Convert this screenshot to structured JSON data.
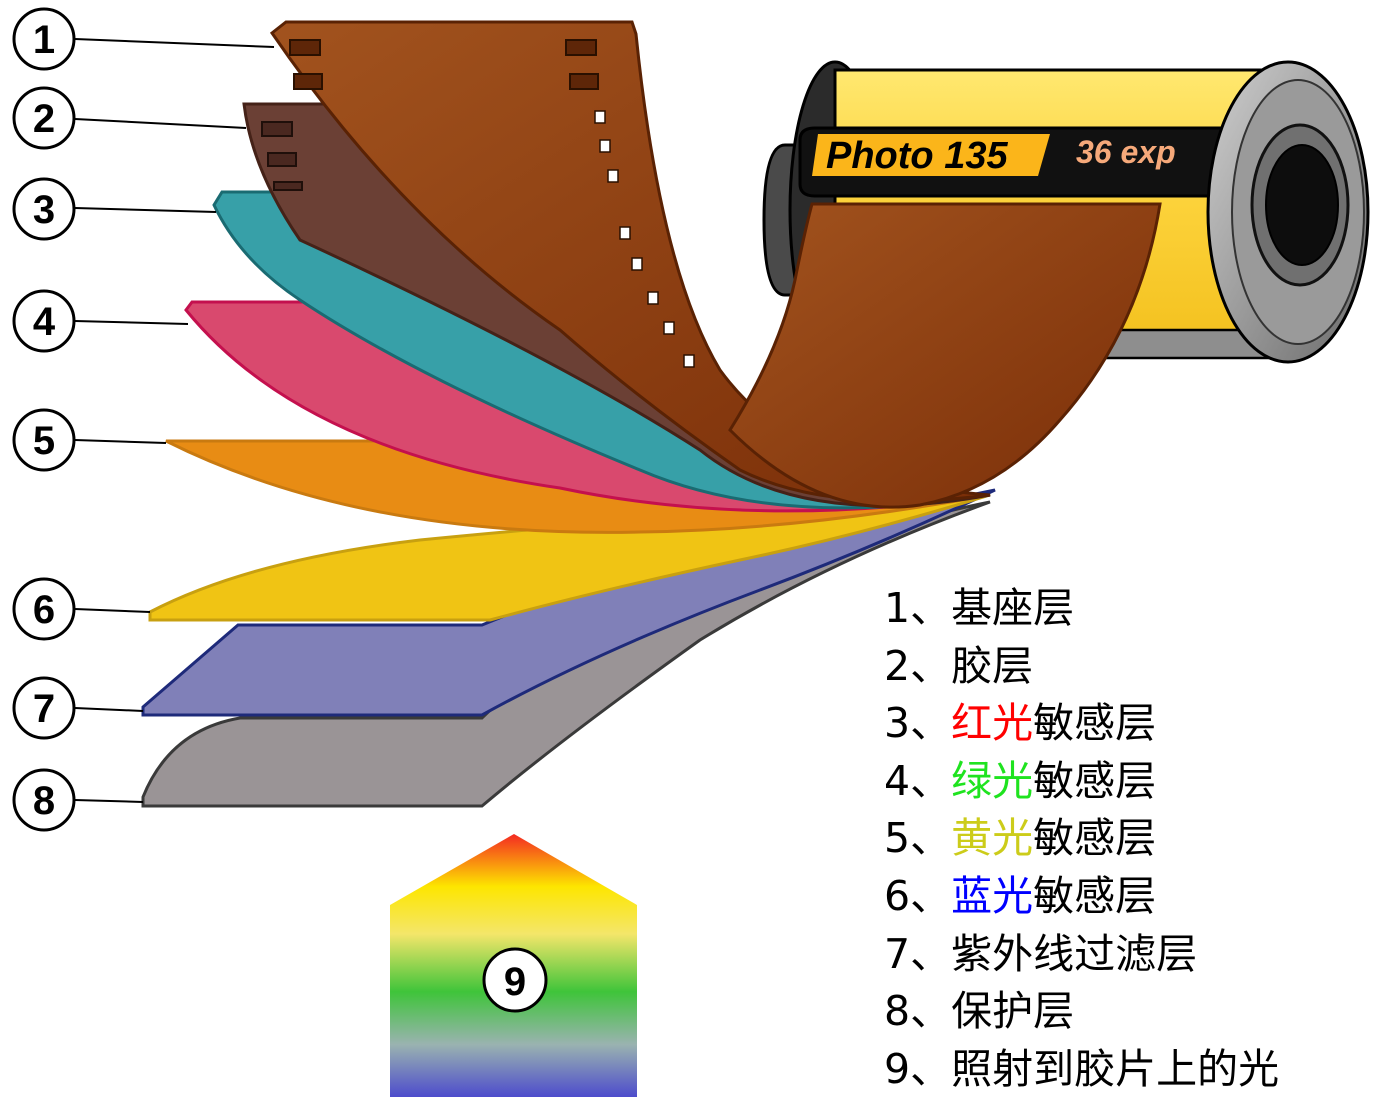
{
  "markers": [
    "1",
    "2",
    "3",
    "4",
    "5",
    "6",
    "7",
    "8",
    "9"
  ],
  "cassette": {
    "label_main": "Photo 135",
    "label_exp": "36 exp"
  },
  "legend": [
    {
      "num": "1、",
      "highlight": "",
      "highlight_color": "",
      "rest": "基座层"
    },
    {
      "num": "2、",
      "highlight": "",
      "highlight_color": "",
      "rest": "胶层"
    },
    {
      "num": "3、",
      "highlight": "红光",
      "highlight_color": "#ff0000",
      "rest": "敏感层"
    },
    {
      "num": "4、",
      "highlight": "绿光",
      "highlight_color": "#1fe31f",
      "rest": "敏感层"
    },
    {
      "num": "5、",
      "highlight": "黄光",
      "highlight_color": "#cccc1a",
      "rest": "敏感层"
    },
    {
      "num": "6、",
      "highlight": "蓝光",
      "highlight_color": "#0000ff",
      "rest": "敏感层"
    },
    {
      "num": "7、",
      "highlight": "",
      "highlight_color": "",
      "rest": "紫外线过滤层"
    },
    {
      "num": "8、",
      "highlight": "",
      "highlight_color": "",
      "rest": "保护层"
    },
    {
      "num": "9、",
      "highlight": "",
      "highlight_color": "",
      "rest": "照射到胶片上的光"
    }
  ],
  "colors": {
    "base_layer": "#8b3a0f",
    "gel_layer": "#6b4035",
    "red_sensitive_layer": "#37a0a8",
    "green_sensitive_layer": "#d9496e",
    "yellow_sensitive_layer": "#e88c14",
    "blue_sensitive_layer": "#f0c414",
    "uv_filter_layer": "#8080b8",
    "protective_layer": "#9a9496",
    "cassette_body": "#fcd23a",
    "cassette_label": "#fbb51a",
    "label_exp_text": "#f6a97a"
  }
}
